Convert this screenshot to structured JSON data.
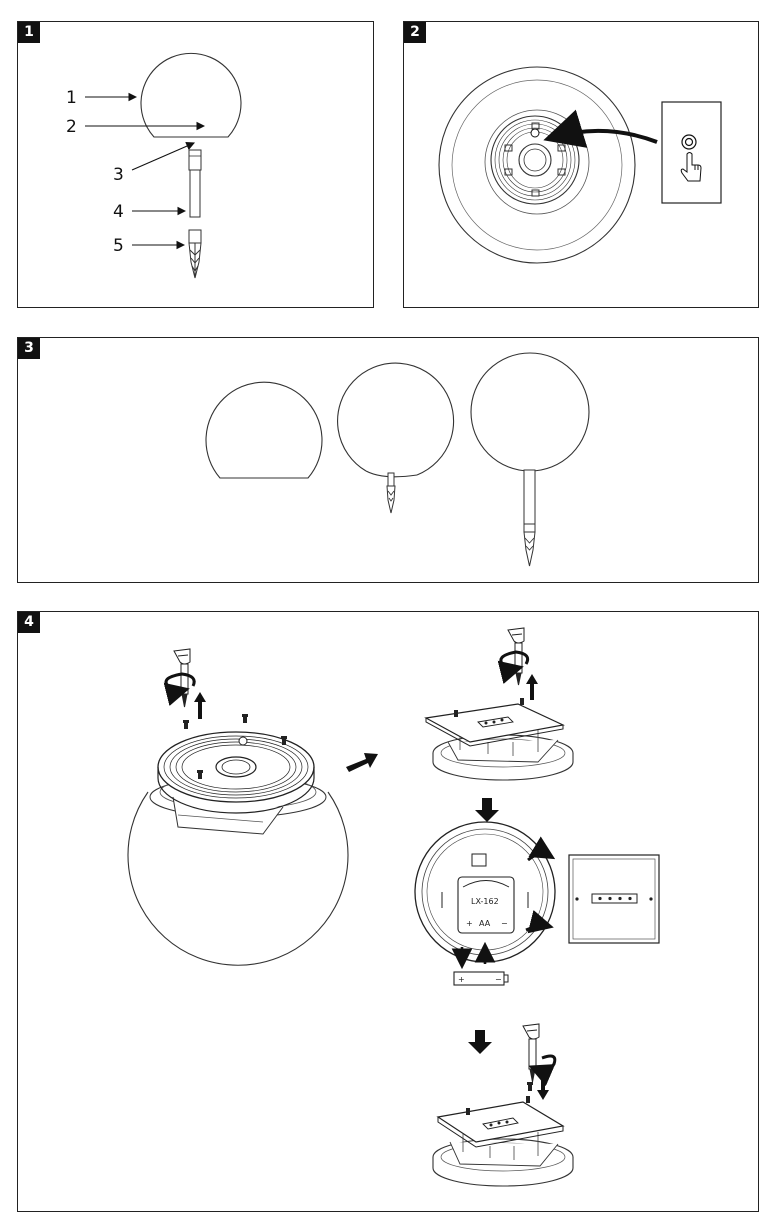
{
  "panels": [
    {
      "badge": "1"
    },
    {
      "badge": "2"
    },
    {
      "badge": "3"
    },
    {
      "badge": "4"
    }
  ],
  "parts_callouts": [
    "1",
    "2",
    "3",
    "4",
    "5"
  ],
  "battery_holder": {
    "model": "LX-162",
    "type": "AA",
    "plus": "+",
    "minus": "−"
  },
  "battery": {
    "plus": "+",
    "minus": "−"
  },
  "icons": {
    "switch": "push-button-switch-icon",
    "finger": "finger-press-icon",
    "rotate": "rotate-arrow-icon",
    "screwdriver": "screwdriver-icon",
    "screw": "screw-icon"
  }
}
